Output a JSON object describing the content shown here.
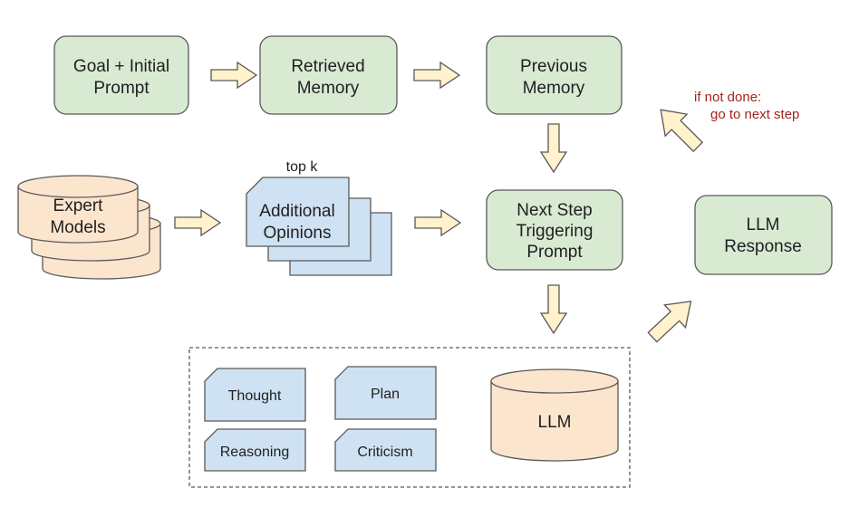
{
  "nodes": {
    "goal": [
      "Goal + Initial",
      "Prompt"
    ],
    "retrieved": [
      "Retrieved",
      "Memory"
    ],
    "previous": [
      "Previous",
      "Memory"
    ],
    "next_step": [
      "Next Step",
      "Triggering",
      "Prompt"
    ],
    "llm_response": [
      "LLM",
      "Response"
    ],
    "expert_models": [
      "Expert",
      "Models"
    ],
    "additional_opinions": [
      "Additional",
      "Opinions"
    ],
    "llm": "LLM",
    "thought": "Thought",
    "plan": "Plan",
    "reasoning": "Reasoning",
    "criticism": "Criticism"
  },
  "annotations": {
    "top_k": "top k",
    "loop_note": [
      "if not done:",
      "go to next step"
    ]
  },
  "colors": {
    "green_fill": "#d9ead3",
    "blue_fill": "#cfe2f3",
    "orange_fill": "#fce5cd",
    "arrow_fill": "#fff2cc",
    "stroke": "#595959",
    "note_red": "#a3241f"
  }
}
